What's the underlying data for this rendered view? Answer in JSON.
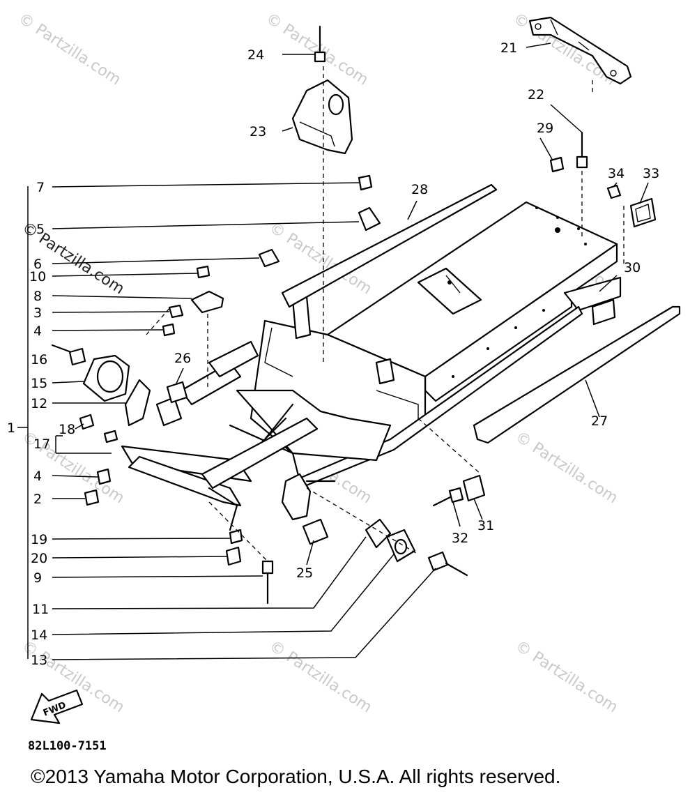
{
  "watermark": "© Partzilla.com",
  "diagram_code": "82L100-7151",
  "copyright": "©2013 Yamaha Motor Corporation, U.S.A. All rights reserved.",
  "fwd_label": "FWD",
  "callouts": {
    "c1": "1",
    "c2": "2",
    "c3": "3",
    "c4a": "4",
    "c4b": "4",
    "c5": "5",
    "c6": "6",
    "c7": "7",
    "c8": "8",
    "c9": "9",
    "c10": "10",
    "c11": "11",
    "c12": "12",
    "c13": "13",
    "c14": "14",
    "c15": "15",
    "c16": "16",
    "c17": "17",
    "c18": "18",
    "c19": "19",
    "c20": "20",
    "c21": "21",
    "c22": "22",
    "c23": "23",
    "c24": "24",
    "c25": "25",
    "c26": "26",
    "c27": "27",
    "c28": "28",
    "c29": "29",
    "c30": "30",
    "c31": "31",
    "c32": "32",
    "c33": "33",
    "c34": "34"
  }
}
